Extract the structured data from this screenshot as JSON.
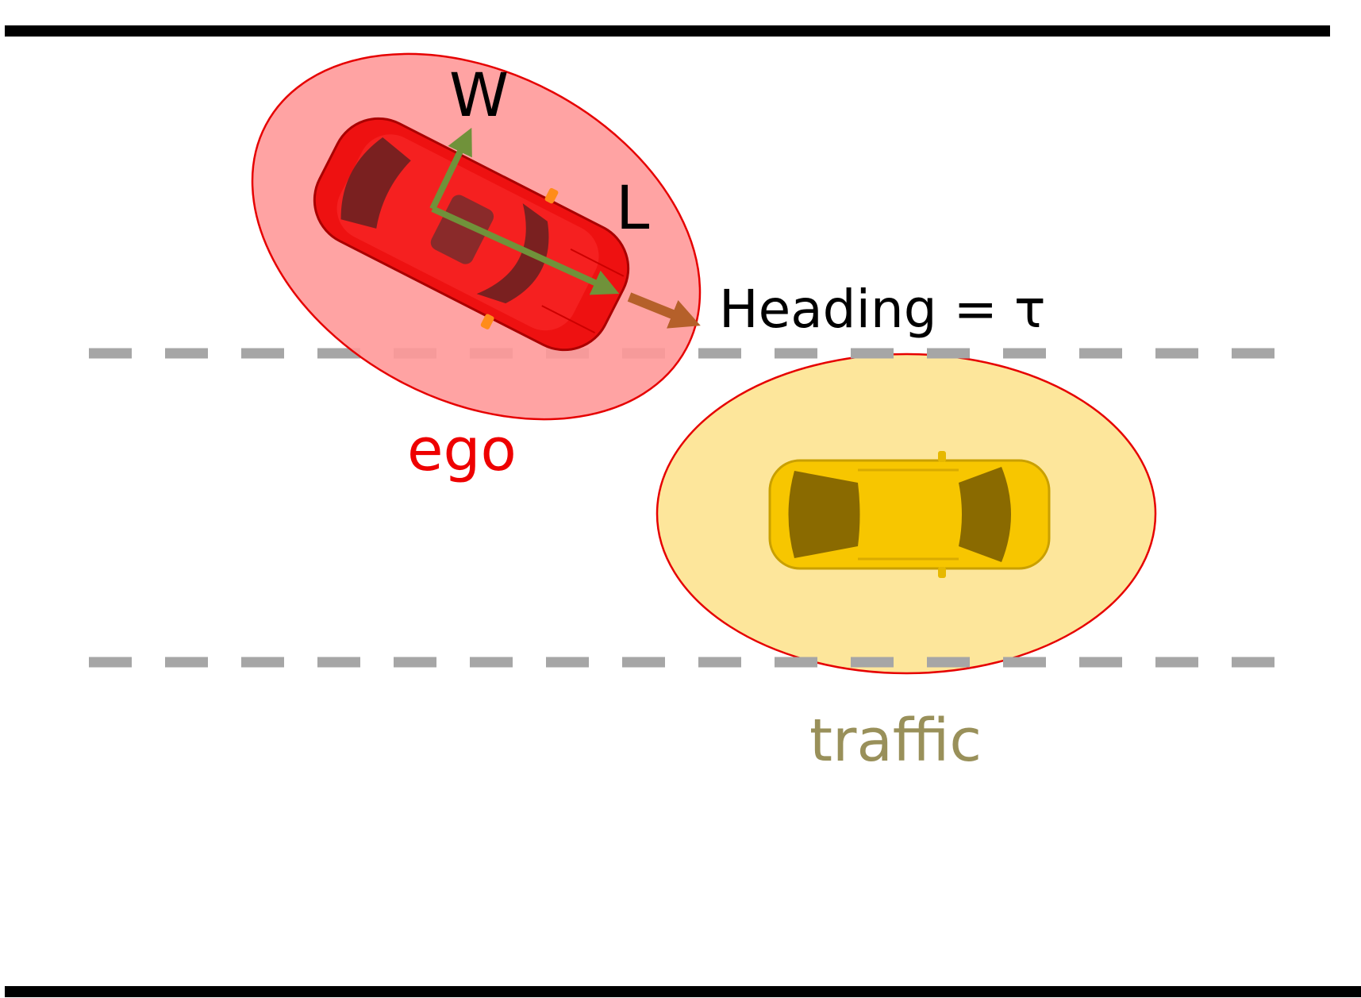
{
  "labels": {
    "w_axis": "W",
    "l_axis": "L",
    "heading": "Heading = τ",
    "ego": "ego",
    "traffic": "traffic"
  },
  "colors": {
    "road_edge": "#000000",
    "lane_marking": "#a6a6a6",
    "ego_zone_fill": "#ff9999",
    "ego_zone_stroke": "#e60000",
    "ego_car": "#ee1111",
    "ego_label": "#ee0000",
    "traffic_zone_fill": "#fde69b",
    "traffic_zone_stroke": "#e60000",
    "traffic_car": "#f7c600",
    "traffic_label": "#99905a",
    "axis_arrow": "#70923a",
    "heading_arrow": "#b5602a",
    "text": "#000000"
  }
}
